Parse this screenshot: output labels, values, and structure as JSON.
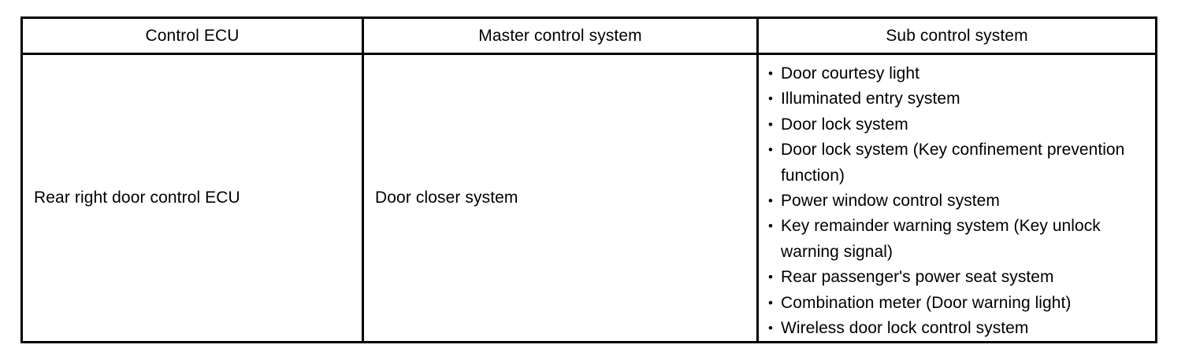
{
  "document": {
    "type": "service-manual-table",
    "bullet_glyph": "•"
  },
  "table": {
    "headers": [
      {
        "key": "control_ecu",
        "label": "Control ECU"
      },
      {
        "key": "master_control_system",
        "label": "Master control system"
      },
      {
        "key": "sub_control_system",
        "label": "Sub control system"
      }
    ],
    "rows": [
      {
        "control_ecu": "Rear right door control ECU",
        "master_control_system": "Door closer system",
        "sub_control_system": [
          "Door courtesy light",
          "Illuminated entry system",
          "Door lock system",
          "Door lock system (Key confinement prevention function)",
          "Power window control system",
          "Key remainder warning system (Key unlock warning signal)",
          "Rear passenger's power seat system",
          "Combination meter (Door warning light)",
          "Wireless door lock control system"
        ]
      }
    ]
  },
  "colors": {
    "page_background": "#ffffff",
    "border": "#000000",
    "text": "#000000"
  }
}
